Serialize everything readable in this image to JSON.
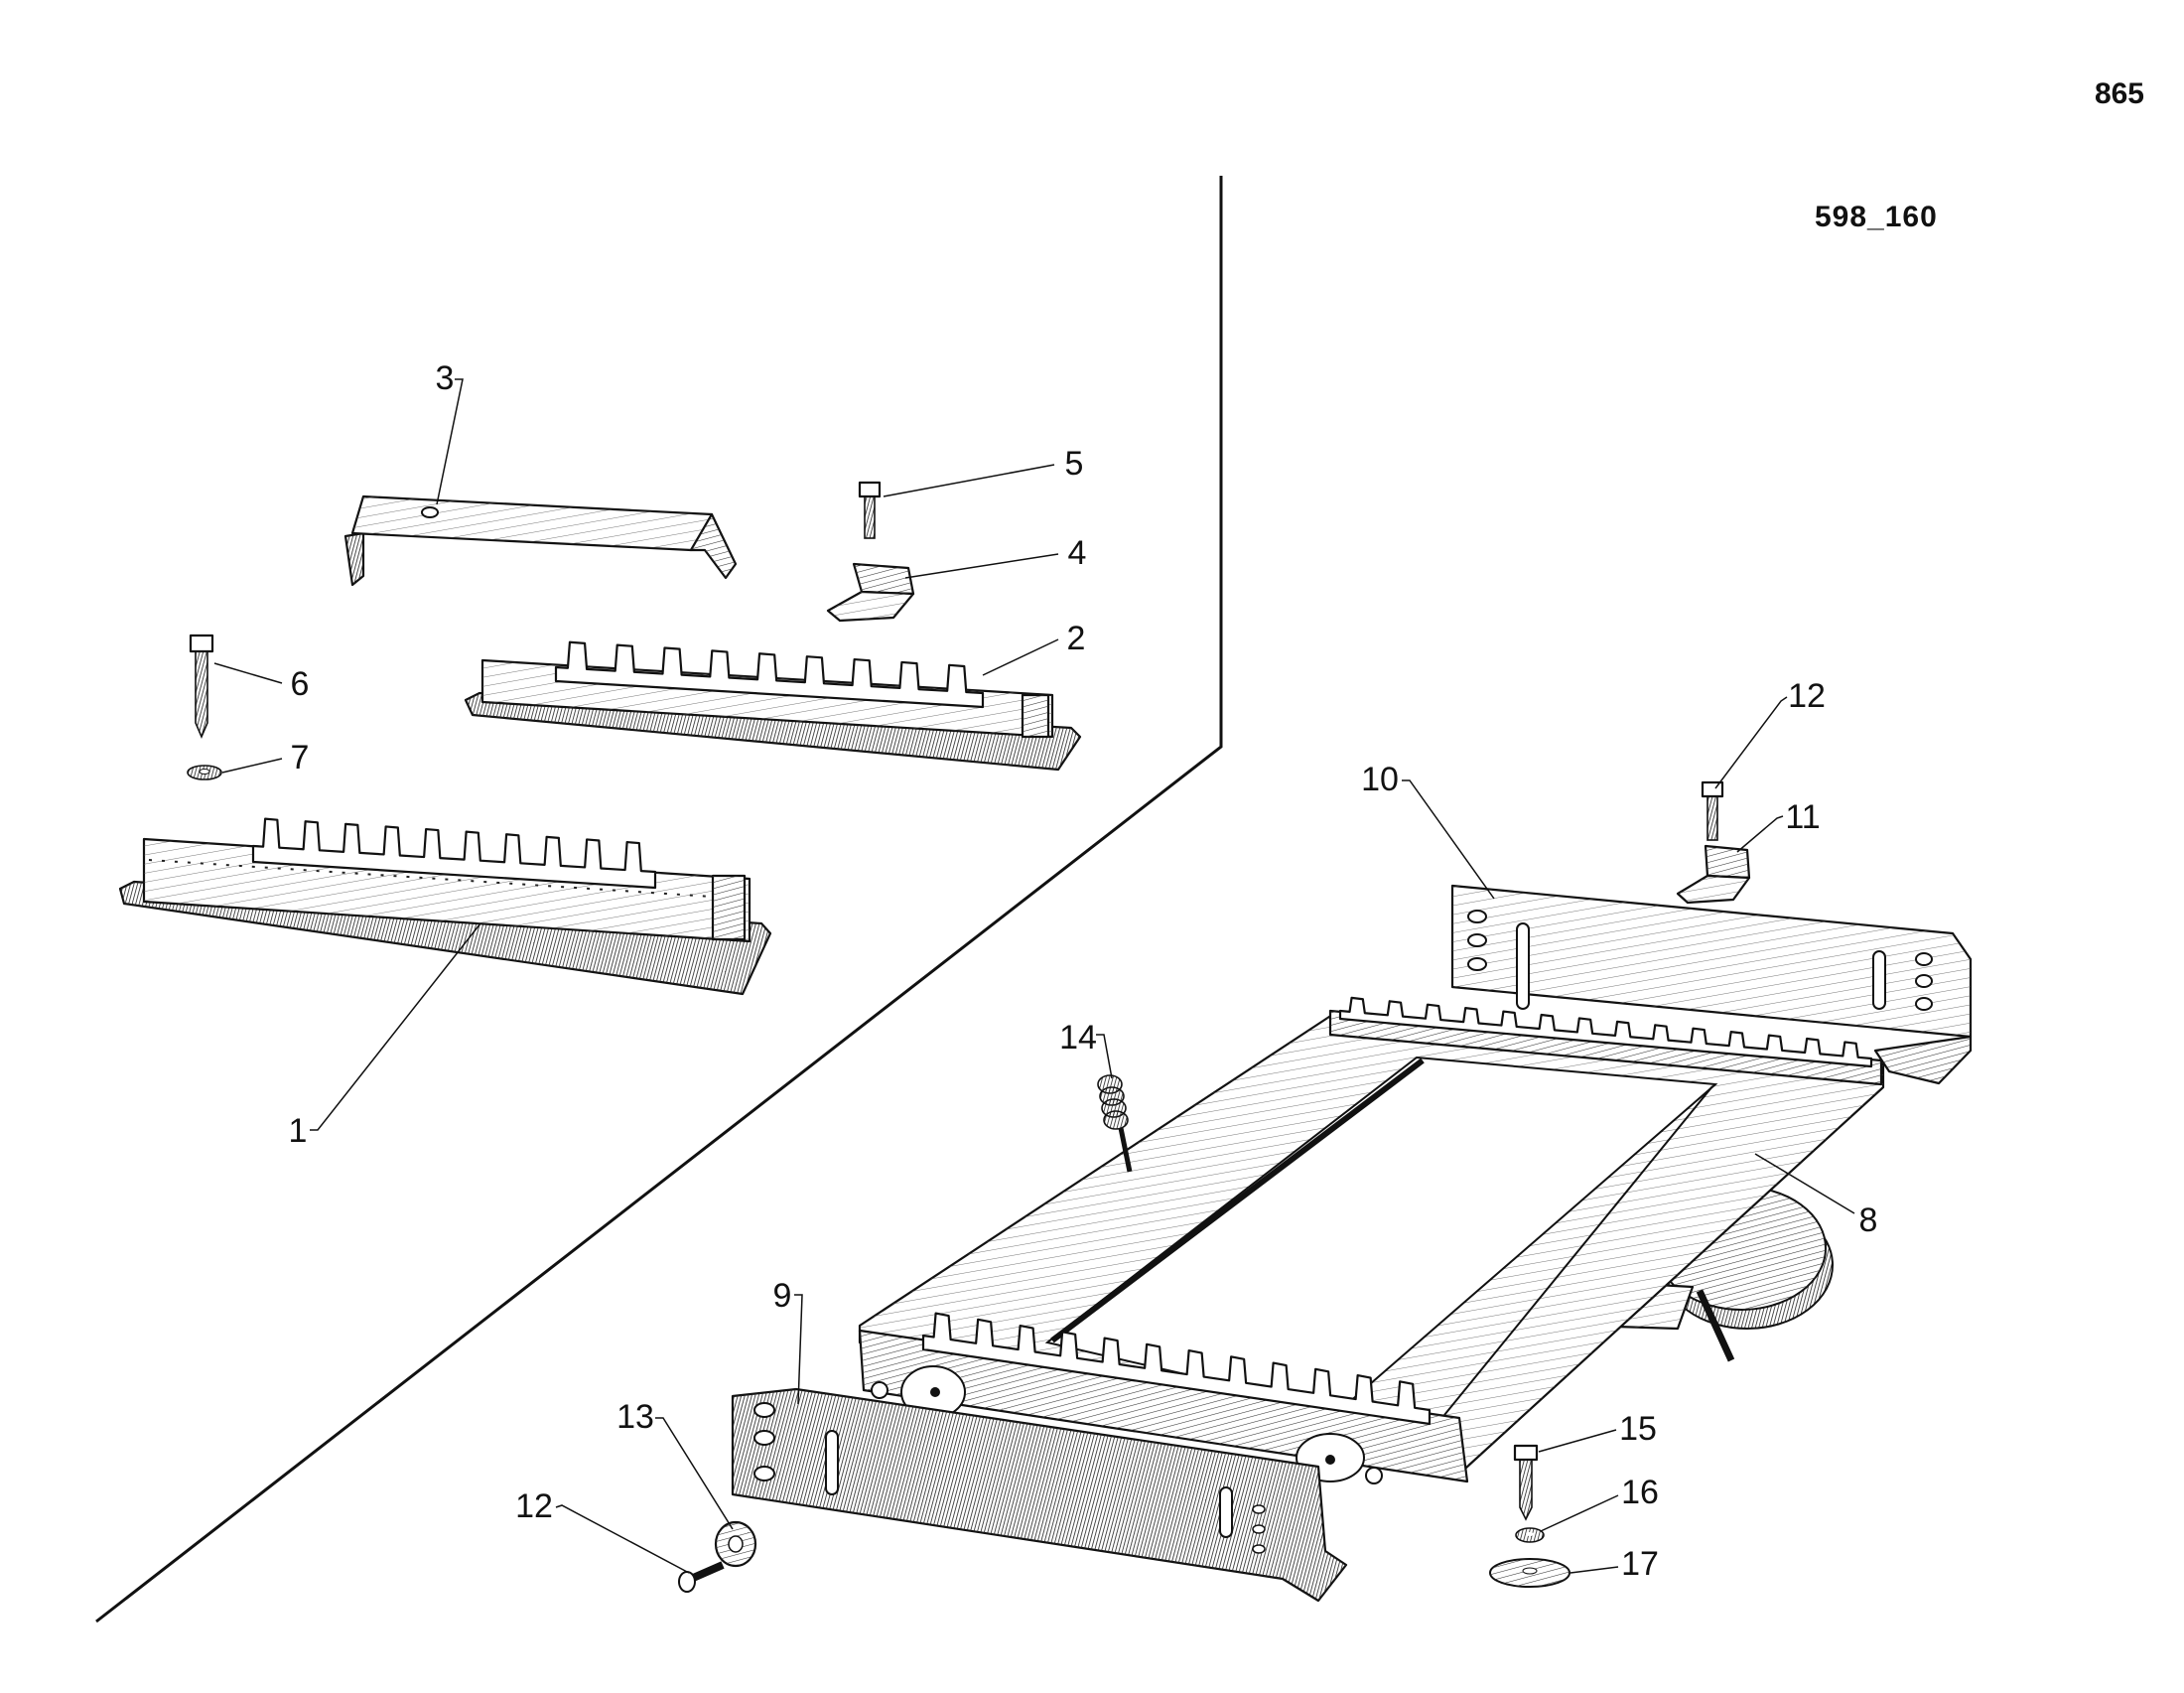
{
  "page_number": "865",
  "figure_code": "598_160",
  "callouts": [
    "3",
    "5",
    "4",
    "2",
    "6",
    "7",
    "1",
    "12",
    "11",
    "10",
    "14",
    "8",
    "9",
    "13",
    "12",
    "15",
    "16",
    "17"
  ]
}
